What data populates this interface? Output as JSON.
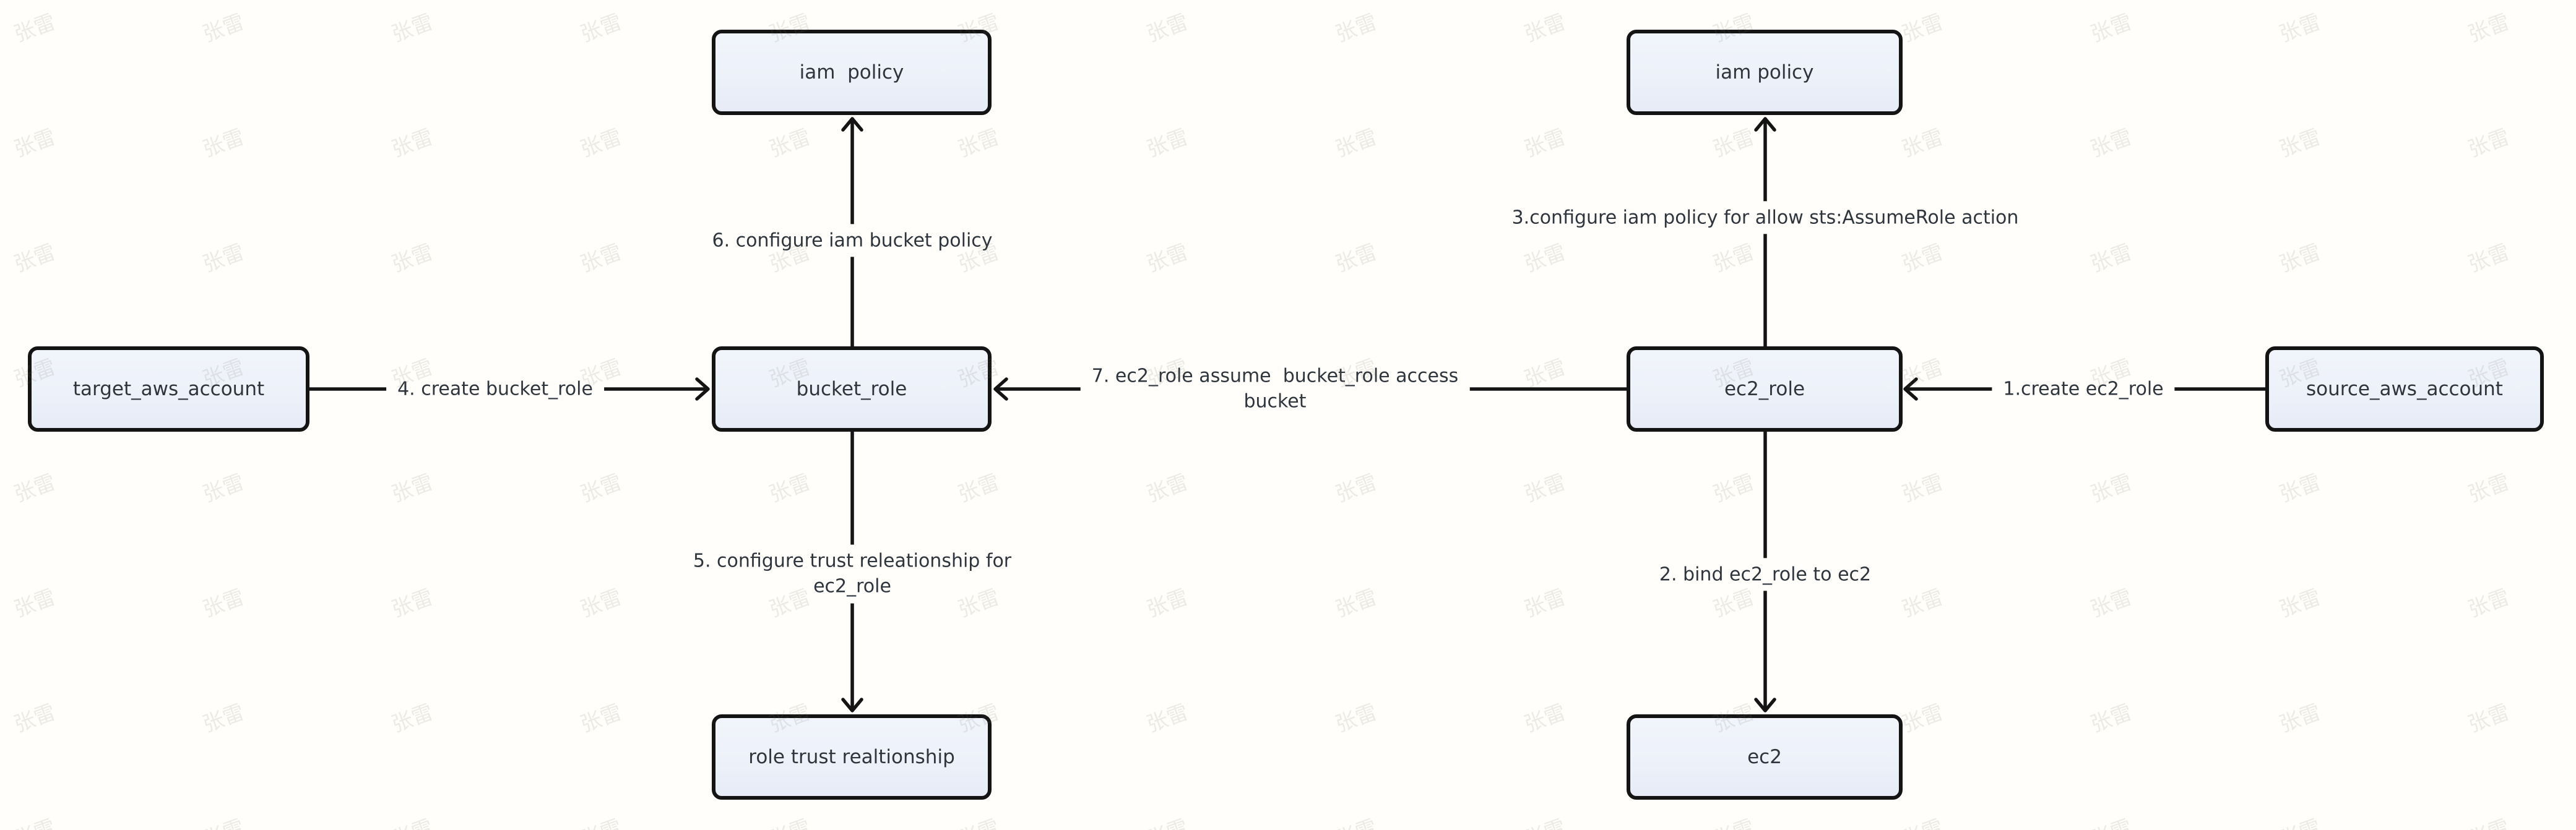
{
  "diagram": {
    "nodes": {
      "iam_policy_left": {
        "label": "iam  policy"
      },
      "iam_policy_right": {
        "label": "iam policy"
      },
      "target_aws_account": {
        "label": "target_aws_account"
      },
      "bucket_role": {
        "label": "bucket_role"
      },
      "ec2_role": {
        "label": "ec2_role"
      },
      "source_aws_account": {
        "label": "source_aws_account"
      },
      "role_trust_relationship": {
        "label": "role trust realtionship"
      },
      "ec2": {
        "label": "ec2"
      }
    },
    "edges": {
      "create_ec2_role": {
        "label": "1.create ec2_role"
      },
      "bind_ec2_role": {
        "label": "2. bind ec2_role to ec2"
      },
      "configure_iam_policy_sts": {
        "label": "3.configure iam policy for allow sts:AssumeRole action"
      },
      "create_bucket_role": {
        "label": "4. create bucket_role"
      },
      "configure_trust_relationship": {
        "label": "5. configure trust releationship for\nec2_role"
      },
      "configure_iam_bucket_policy": {
        "label": "6. configure iam bucket policy"
      },
      "assume_bucket_role": {
        "label": "7. ec2_role assume  bucket_role access\nbucket"
      }
    },
    "colors": {
      "node_fill": "#eef1f9",
      "node_border": "#141414",
      "arrow": "#141414",
      "text": "#2f353c",
      "background": "#fffefb"
    },
    "watermark": {
      "text": "张雷"
    }
  }
}
